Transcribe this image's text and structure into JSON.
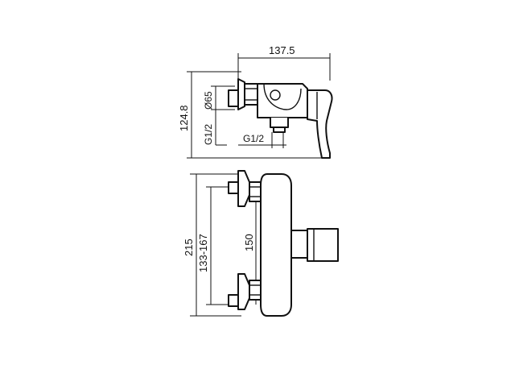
{
  "dimensions": {
    "width_total": "137.5",
    "height_total": "124.8",
    "flange_diameter": "Ø65",
    "inlet_thread": "G1/2",
    "outlet_thread": "G1/2",
    "overall_length": "215",
    "centre_distance_range": "133-167",
    "centre_distance": "150"
  }
}
